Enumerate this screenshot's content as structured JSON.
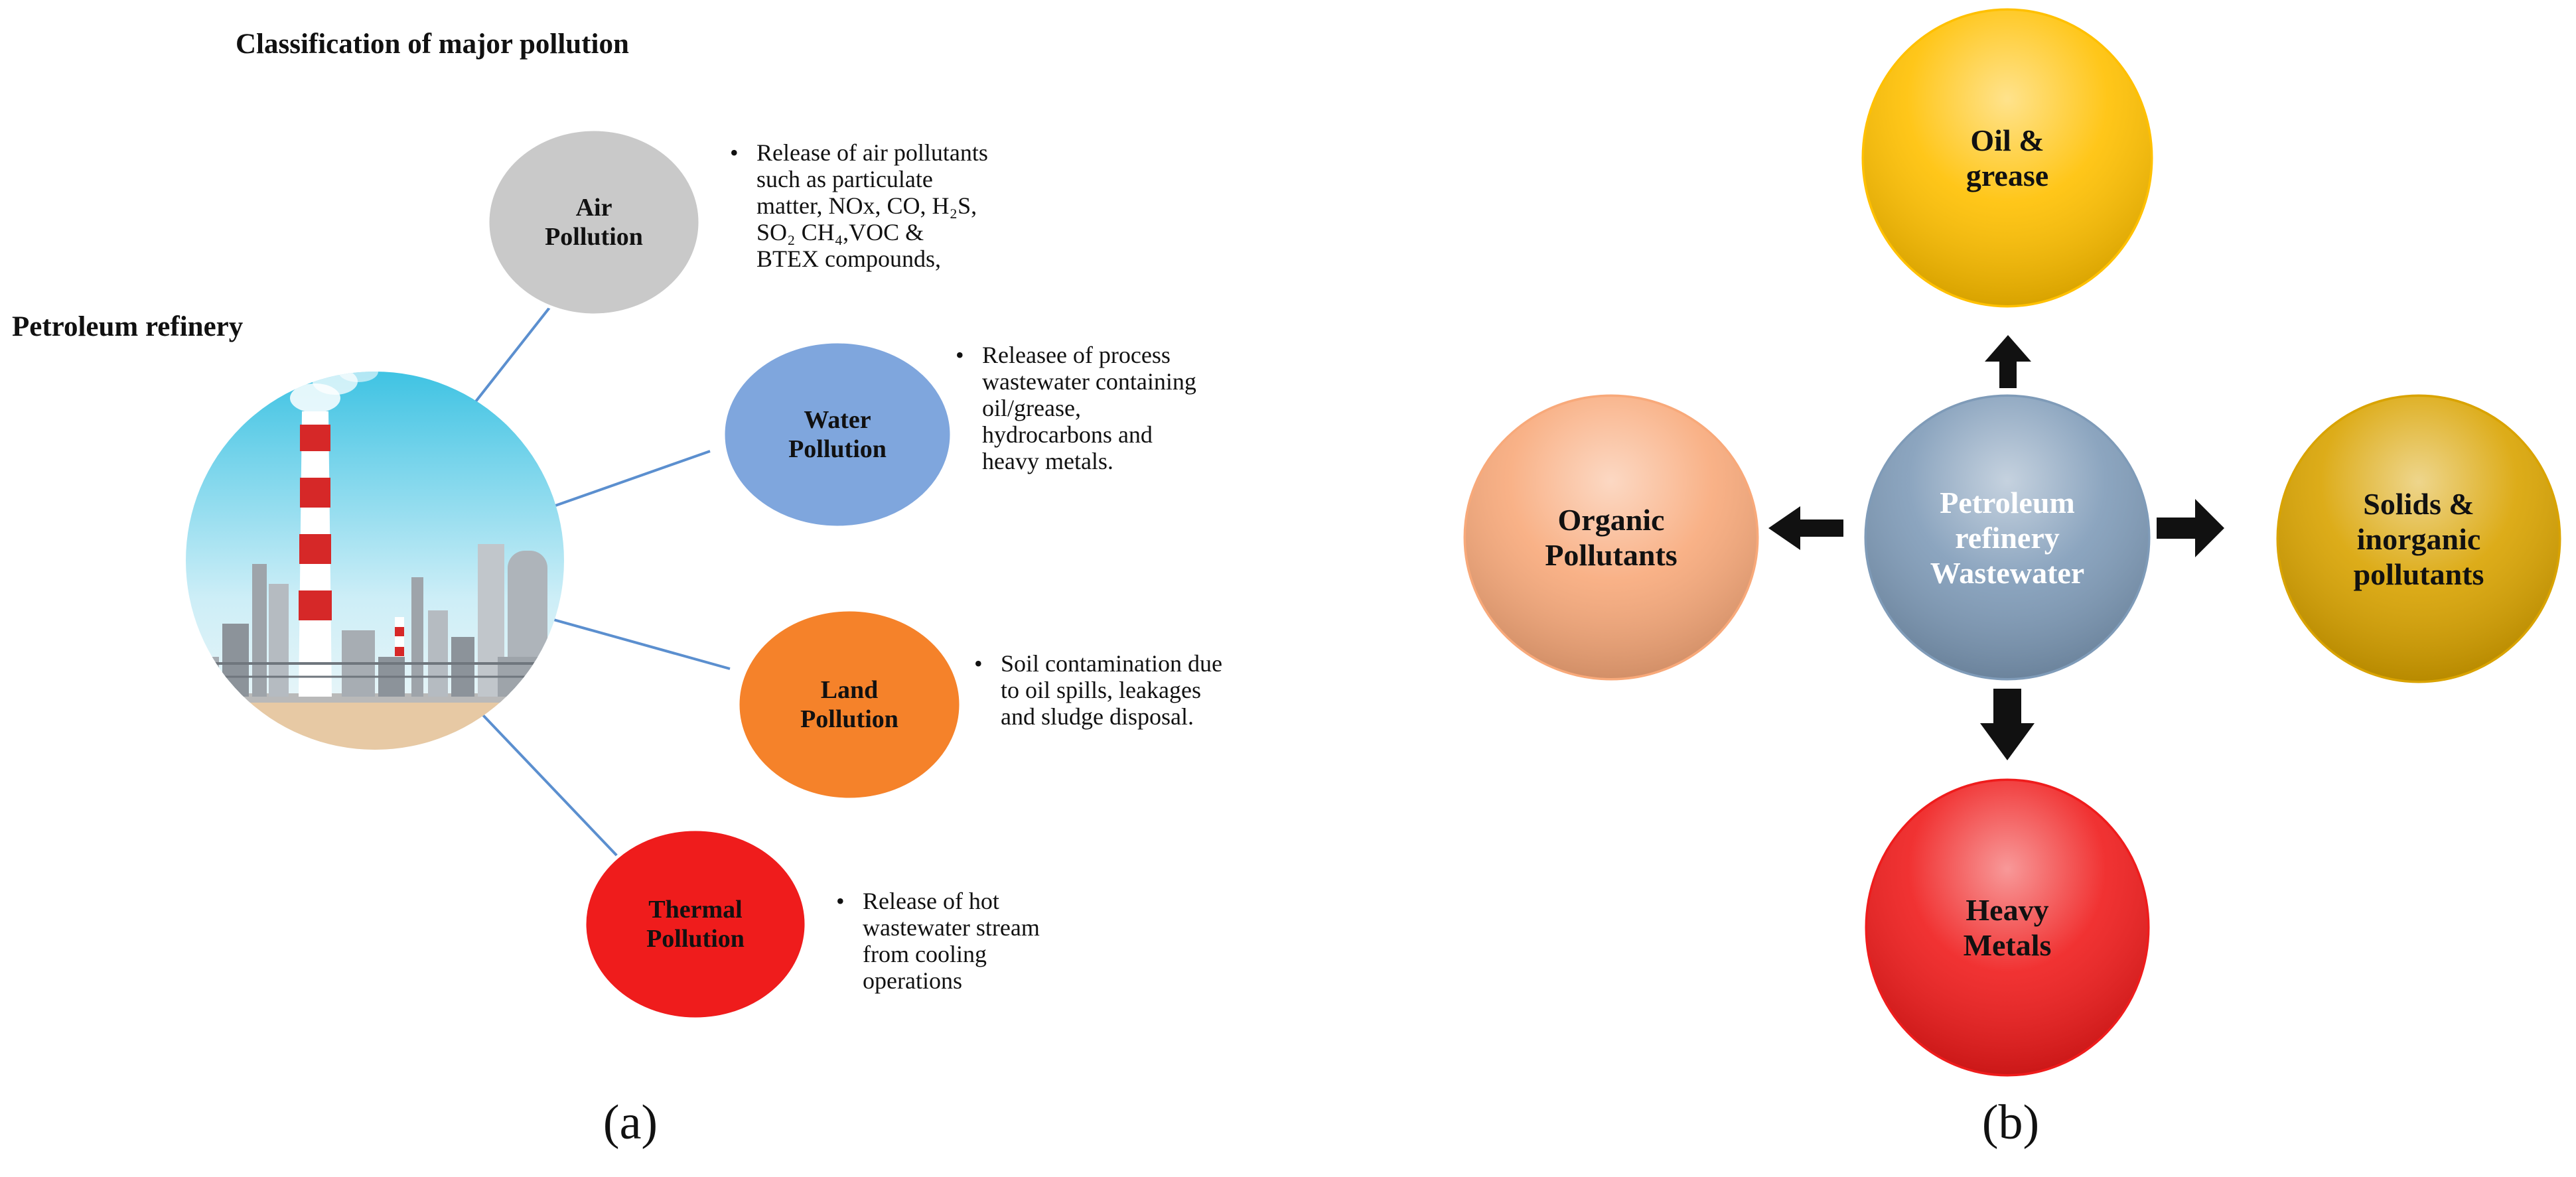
{
  "panel_a": {
    "title": "Classification of major pollution",
    "source_label": "Petroleum refinery",
    "caption": "(a)",
    "categories": [
      {
        "name_lines": [
          "Air",
          "Pollution"
        ],
        "color": "#c9c9c9",
        "description_lines": [
          "Release of air pollutants",
          "such as particulate",
          "matter, NOx, CO, H₂S,",
          "SO₂ CH₄,VOC &",
          "BTEX  compounds,"
        ]
      },
      {
        "name_lines": [
          "Water",
          "Pollution"
        ],
        "color": "#7fa6dd",
        "description_lines": [
          "Releasee of process",
          "wastewater containing",
          "oil/grease,",
          "hydrocarbons and",
          "heavy metals."
        ]
      },
      {
        "name_lines": [
          "Land",
          "Pollution"
        ],
        "color": "#f5822a",
        "description_lines": [
          "Soil contamination due",
          "to oil spills, leakages",
          "and sludge disposal."
        ]
      },
      {
        "name_lines": [
          "Thermal",
          "Pollution"
        ],
        "color": "#ef1c1c",
        "description_lines": [
          "Release of hot",
          "wastewater stream",
          "from cooling",
          "operations"
        ]
      }
    ]
  },
  "panel_b": {
    "caption": "(b)",
    "center": {
      "lines": [
        "Petroleum",
        "refinery",
        "Wastewater"
      ],
      "color": "#7f9bb8"
    },
    "satellites": [
      {
        "position": "top",
        "lines": [
          "Oil &",
          "grease"
        ],
        "color": "#ffc000"
      },
      {
        "position": "left",
        "lines": [
          "Organic",
          "Pollutants"
        ],
        "color": "#f8a97a"
      },
      {
        "position": "right",
        "lines": [
          "Solids &",
          "inorganic",
          "pollutants"
        ],
        "color": "#d9a300"
      },
      {
        "position": "bottom",
        "lines": [
          "Heavy",
          "Metals"
        ],
        "color": "#ef1c1c"
      }
    ]
  }
}
